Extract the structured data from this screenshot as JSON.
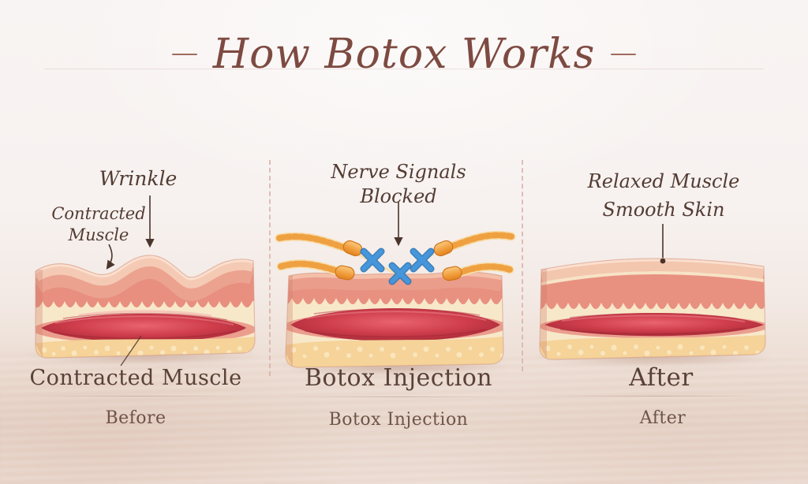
{
  "title": {
    "text": "How Botox Works"
  },
  "panels": {
    "before": {
      "annotation_wrinkle": "Wrinkle",
      "annotation_contracted_line1": "Contracted",
      "annotation_contracted_line2": "Muscle",
      "caption": "Contracted Muscle",
      "footer": "Before"
    },
    "injection": {
      "annotation_line1": "Nerve Signals",
      "annotation_line2": "Blocked",
      "caption": "Botox Injection",
      "footer": "Botox Injection"
    },
    "after": {
      "annotation_line1": "Relaxed Muscle",
      "annotation_line2": "Smooth Skin",
      "caption": "After",
      "footer": "After"
    }
  },
  "colors": {
    "title_color": "#7d4a41",
    "label_color": "#533c33",
    "caption_color": "#5a4138",
    "muscle_red": "#c23745",
    "dermis_pink": "#e88f7f",
    "skin_light": "#f5cab4",
    "fat_yellow": "#f5d399",
    "nerve_orange": "#ef9838",
    "blocked_x_blue": "#3f8fd2",
    "background_top": "#f8f4f3",
    "background_bottom": "#e7d5ca"
  }
}
